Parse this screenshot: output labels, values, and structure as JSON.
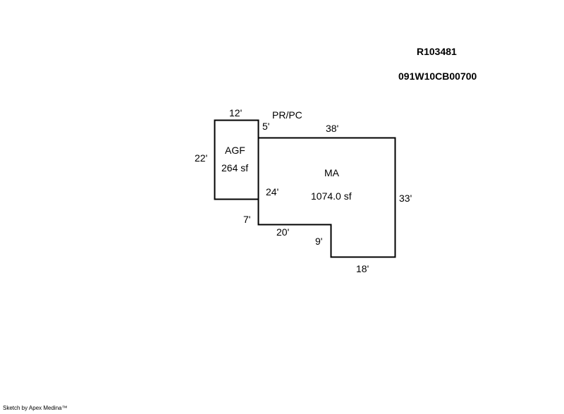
{
  "header": {
    "parcel_id": "R103481",
    "map_tax_lot": "091W10CB00700"
  },
  "areas": {
    "agf": {
      "code": "AGF",
      "area": "264 sf"
    },
    "ma": {
      "code": "MA",
      "area": "1074.0 sf"
    },
    "porch": {
      "code": "PR/PC"
    }
  },
  "dimensions": {
    "agf_top": "12'",
    "agf_left": "22'",
    "porch_offset": "5'",
    "ma_top": "38'",
    "ma_right": "33'",
    "ma_left_upper": "24'",
    "ma_left_lower": "7'",
    "ma_step_horizontal": "20'",
    "ma_step_vertical": "9'",
    "ma_bottom": "18'"
  },
  "footer": {
    "credit": "Sketch by Apex Medina™"
  }
}
